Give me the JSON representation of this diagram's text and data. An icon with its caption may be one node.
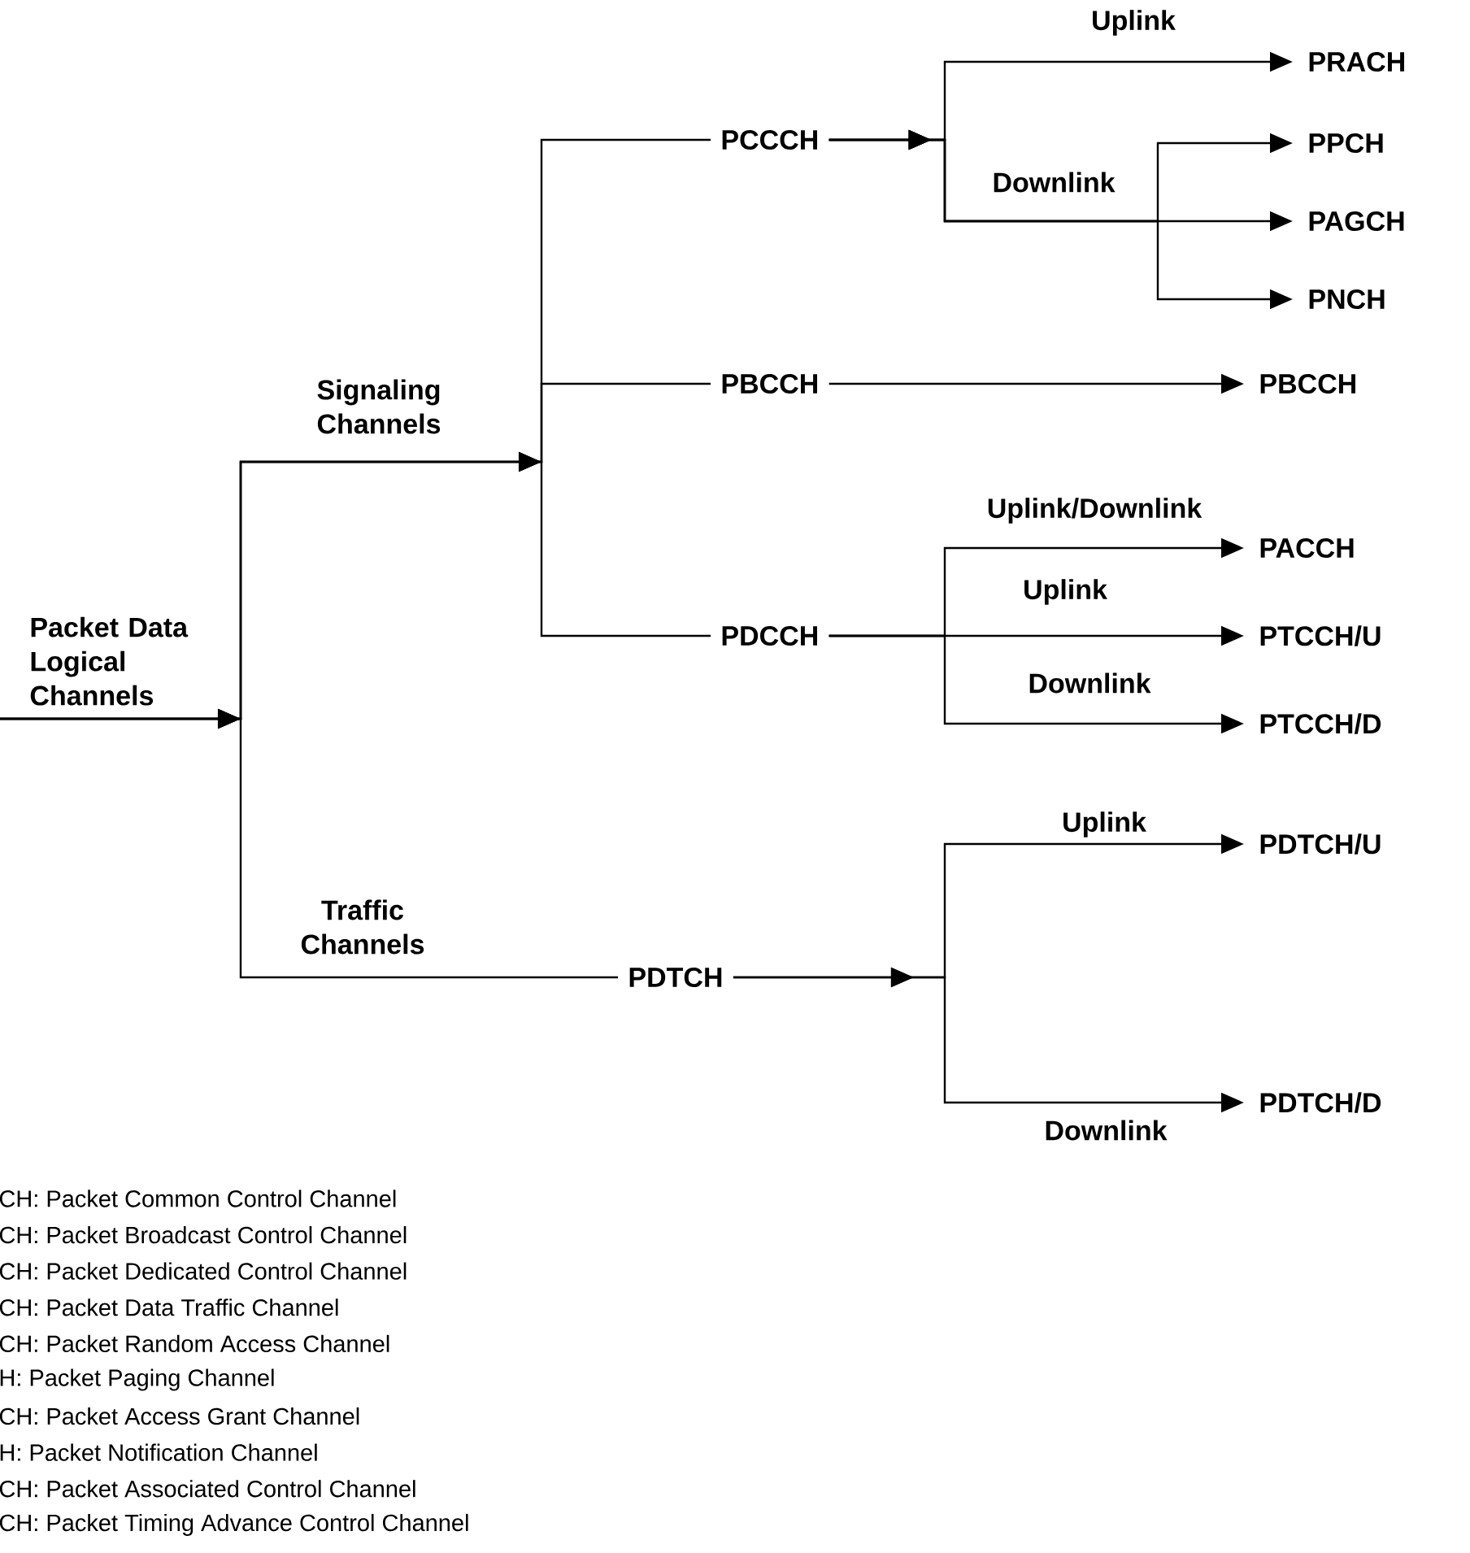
{
  "diagram": {
    "nodes": [
      {
        "text": [
          "Packet Data Logical Channels"
        ]
      },
      {
        "text": [
          "PCCCH"
        ]
      },
      {
        "text": [
          "PBCCH"
        ]
      },
      {
        "text": [
          "PDCCH"
        ]
      },
      {
        "text": [
          "PDTCH"
        ]
      },
      {
        "text": [
          "PRACH"
        ]
      },
      {
        "text": [
          "PPCH"
        ]
      },
      {
        "text": [
          "PAGCH"
        ]
      },
      {
        "text": [
          "PNCH"
        ]
      },
      {
        "text": [
          "PBCCH"
        ]
      },
      {
        "text": [
          "PACCH"
        ]
      },
      {
        "text": [
          "PTCCH/U"
        ]
      },
      {
        "text": [
          "PTCCH/D"
        ]
      },
      {
        "text": [
          "PDTCH/U"
        ]
      },
      {
        "text": [
          "PDTCH/D"
        ]
      }
    ],
    "edges": [
      {
        "from": 0,
        "to": 1,
        "arrow": "to"
      },
      {
        "from": 0,
        "to": 2,
        "arrow": "to",
        "label": "Signaling Channels"
      },
      {
        "from": 0,
        "to": 3,
        "arrow": "to"
      },
      {
        "from": 0,
        "to": 4,
        "arrow": "to",
        "label": "Traffic Channels"
      },
      {
        "from": 1,
        "to": 5,
        "arrow": "to",
        "label": "Uplink"
      },
      {
        "from": 1,
        "to": 6,
        "arrow": "to"
      },
      {
        "from": 1,
        "to": 7,
        "arrow": "to",
        "label": "Downlink"
      },
      {
        "from": 1,
        "to": 8,
        "arrow": "to"
      },
      {
        "from": 2,
        "to": 9,
        "arrow": "to"
      },
      {
        "from": 3,
        "to": 10,
        "arrow": "to",
        "label": "Uplink/Downlink"
      },
      {
        "from": 3,
        "to": 11,
        "arrow": "to",
        "label": "Uplink"
      },
      {
        "from": 3,
        "to": 12,
        "arrow": "to",
        "label": "Downlink"
      },
      {
        "from": 4,
        "to": 13,
        "arrow": "to",
        "label": "Uplink"
      },
      {
        "from": 4,
        "to": 14,
        "arrow": "to",
        "label": "Downlink"
      }
    ],
    "labels": [
      "CH: Packet Common Control Channel",
      "CH: Packet Broadcast Control Channel",
      "CH: Packet Dedicated Control Channel",
      "CH: Packet Data Traffic Channel",
      "CH: Packet Random Access Channel",
      "H: Packet Paging Channel",
      "CH: Packet Access Grant Channel",
      "H: Packet Notification Channel",
      "CH: Packet Associated Control Channel",
      "CH: Packet Timing Advance Control Channel"
    ]
  }
}
